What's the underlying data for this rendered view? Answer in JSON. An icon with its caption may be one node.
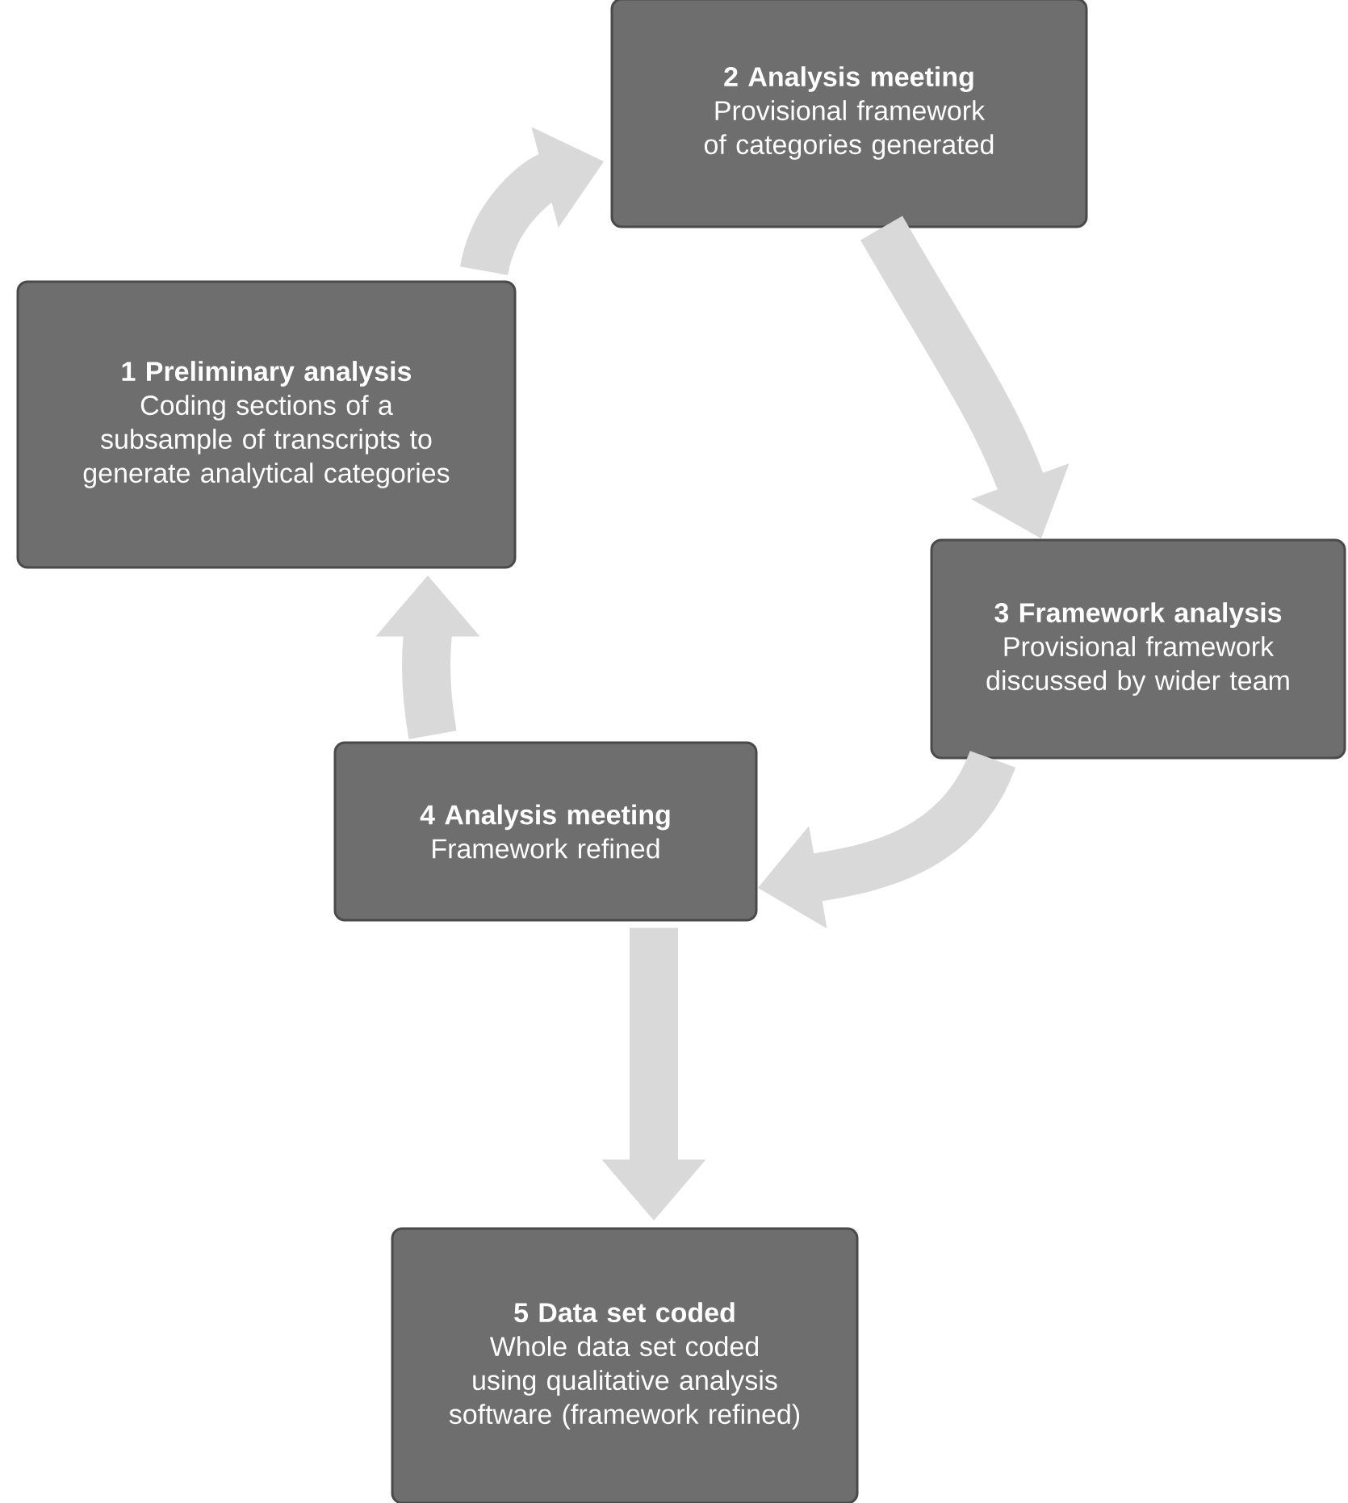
{
  "diagram": {
    "nodes": [
      {
        "text": [
          "1 Preliminary analysis",
          "Coding sections of a subsample of transcripts to generate analytical categories"
        ]
      },
      {
        "text": [
          "2 Analysis meeting",
          "Provisional framework of categories generated"
        ]
      },
      {
        "text": [
          "3 Framework analysis",
          "Provisional framework discussed by wider team"
        ]
      },
      {
        "text": [
          "4 Analysis meeting",
          "Framework refined"
        ]
      },
      {
        "text": [
          "5 Data set coded",
          "Whole data set coded using qualitative analysis software (framework refined)"
        ]
      }
    ],
    "edges": [
      {
        "from": 0,
        "to": 1,
        "arrow": "to"
      },
      {
        "from": 1,
        "to": 2,
        "arrow": "to"
      },
      {
        "from": 2,
        "to": 3,
        "arrow": "to"
      },
      {
        "from": 3,
        "to": 0,
        "arrow": "to"
      },
      {
        "from": 3,
        "to": 4,
        "arrow": "to"
      }
    ]
  }
}
